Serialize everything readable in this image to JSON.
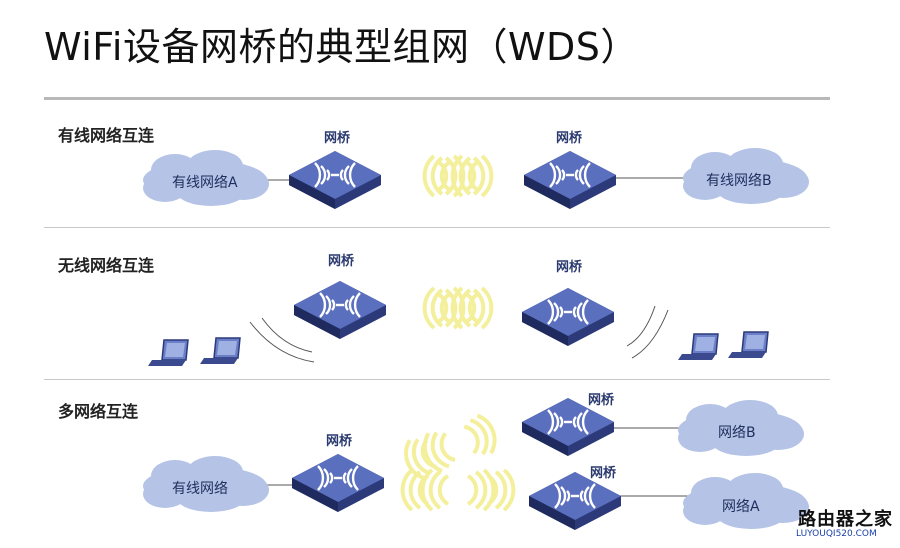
{
  "title": "WiFi设备网桥的典型组网（WDS）",
  "sections": [
    {
      "label": "有线网络互连"
    },
    {
      "label": "无线网络互连"
    },
    {
      "label": "多网络互连"
    }
  ],
  "bridge_label": "网桥",
  "clouds": {
    "s1_left": "有线网络A",
    "s1_right": "有线网络B",
    "s3_left": "有线网络",
    "s3_top": "网络B",
    "s3_bottom": "网络A"
  },
  "watermark": {
    "cn": "路由器之家",
    "en": "LUYOUQI520.COM"
  },
  "colors": {
    "device_top": "#5b6fbf",
    "device_side": "#2c3a7a",
    "cloud": "#b4c3e6",
    "wave": "#f3ef9a"
  },
  "icons": [
    "wireless-bridge-icon",
    "network-cloud-icon",
    "laptop-icon",
    "signal-wave-icon"
  ]
}
